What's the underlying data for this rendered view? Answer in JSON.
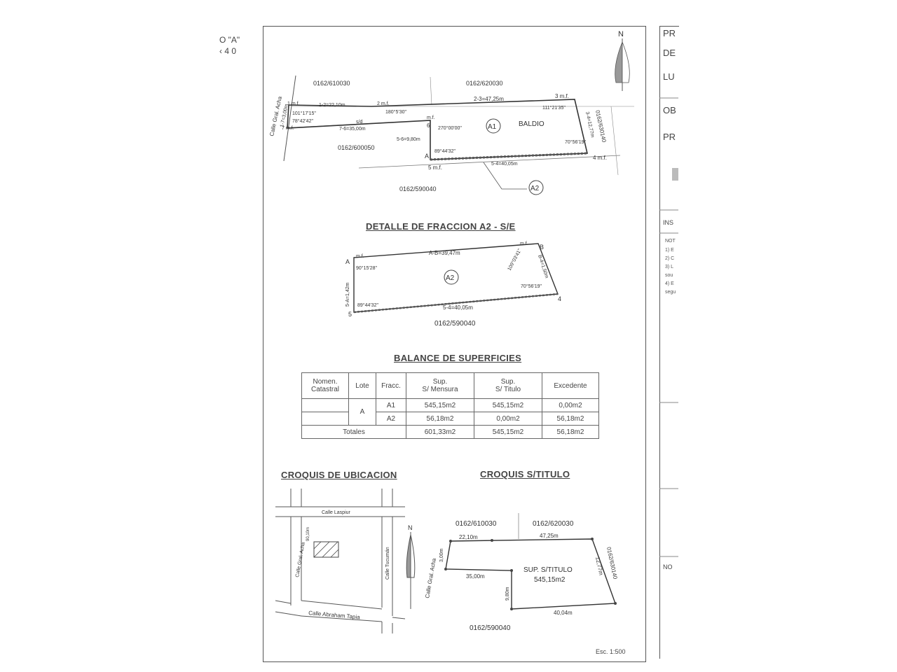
{
  "corner": {
    "line1": "O \"A\"",
    "line2": "‹ 4 0"
  },
  "right_panel": {
    "labels": [
      "PR",
      "DE",
      "LU",
      "OB",
      "PR",
      "INS",
      "NO"
    ],
    "notes": [
      "NOT",
      "1) E",
      "2) C",
      "3) L",
      "sou",
      "4) E",
      "segu"
    ]
  },
  "plan": {
    "north": "N",
    "parcels": {
      "top_left": "0162/610030",
      "top_right": "0162/620030",
      "left": "0162/600050",
      "bottom": "0162/590040",
      "right": "0162/630140"
    },
    "street": "Calle Gral. Acha",
    "fraction_a1": "A1",
    "baldio": "BALDIO",
    "fraction_a2": "A2",
    "sides": {
      "s1_2": "1-2=22,10m",
      "s2_3": "2-3=47,25m",
      "s7_6": "7-6=35,00m",
      "s5_6": "5-6=9,80m",
      "s5_4": "5-4=40,05m",
      "s3_4": "3-4=12,77m",
      "s1_7": "1-7=3,00m"
    },
    "marks": {
      "m1": "1 m.f.",
      "m2": "2 m.f.",
      "m3": "3 m.f.",
      "m4": "4 m.f.",
      "m5": "5 m.f.",
      "m6": "6",
      "m7": "7 m.f.",
      "mA": "A",
      "mf": "m.f.",
      "sfd": "s/d"
    },
    "angles": {
      "a1": "101°17'15\"",
      "a7": "78°42'42\"",
      "a2": "180°5'30\"",
      "a3": "111°21'35\"",
      "a6": "270°00'00\"",
      "a5": "89°44'32\"",
      "a4": "70°56'19\""
    }
  },
  "detail": {
    "title": "DETALLE DE FRACCION A2 - S/E",
    "ab": "A-B=39,47m",
    "b4": "B-4=1,50m",
    "a5": "5-A=1,42m",
    "s54": "5-4=40,05m",
    "label": "A2",
    "parcel": "0162/590040",
    "pA": "A",
    "pB": "B",
    "p4": "4",
    "p5": "5",
    "mfA": "m.f.",
    "mfB": "m.f.",
    "angA": "90°15'28\"",
    "angB": "109°03'41\"",
    "ang4": "70°56'19\"",
    "ang5": "89°44'32\""
  },
  "balance": {
    "title": "BALANCE DE SUPERFICIES",
    "headers": [
      "Nomen.\nCatastral",
      "Lote",
      "Fracc.",
      "Sup.\nS/ Mensura",
      "Sup.\nS/ Titulo",
      "Excedente"
    ],
    "rows": [
      {
        "fracc": "A1",
        "mensura": "545,15m2",
        "titulo": "545,15m2",
        "excedente": "0,00m2"
      },
      {
        "fracc": "A2",
        "mensura": "56,18m2",
        "titulo": "0,00m2",
        "excedente": "56,18m2"
      }
    ],
    "lote": "A",
    "totals": {
      "label": "Totales",
      "mensura": "601,33m2",
      "titulo": "545,15m2",
      "excedente": "56,18m2"
    }
  },
  "ubicacion": {
    "title": "CROQUIS DE UBICACION",
    "streets": [
      "Calle Laspiur",
      "Calle Gral. Acha",
      "Calle Tucumán",
      "Calle Abraham Tapia"
    ],
    "dist": "90,10m",
    "north": "N"
  },
  "titulo": {
    "title": "CROQUIS S/TITULO",
    "parcels": [
      "0162/610030",
      "0162/620030",
      "0162/630140",
      "0162/590040"
    ],
    "street": "Calle Gral. Acha",
    "dims": [
      "22,10m",
      "47,25m",
      "3,00m",
      "35,00m",
      "9,80m",
      "40,04m",
      "12,77m"
    ],
    "sup_label": "SUP. S/TITULO",
    "sup_value": "545,15m2"
  },
  "scale": "Esc. 1:500"
}
